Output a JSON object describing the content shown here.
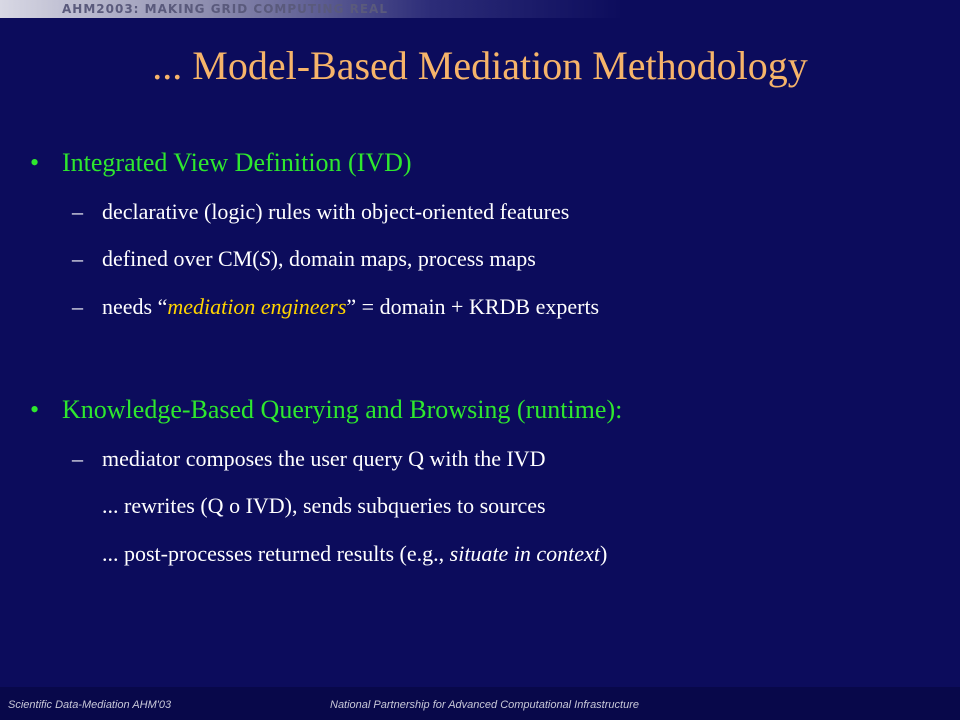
{
  "header": {
    "banner": "AHM2003: MAKING GRID COMPUTING REAL"
  },
  "slide": {
    "title": "... Model-Based Mediation Methodology",
    "bullets": [
      {
        "text": "Integrated View Definition (IVD)",
        "subs": [
          {
            "dash": "–",
            "text": "declarative (logic) rules with object-oriented features"
          },
          {
            "dash": "–",
            "pre": "defined over CM(",
            "ital": "S",
            "post": "), domain maps, process maps"
          },
          {
            "dash": "–",
            "pre": "needs “",
            "highlight": "mediation engineers",
            "post": "” = domain + KRDB experts"
          }
        ]
      },
      {
        "text": "Knowledge-Based Querying and Browsing (runtime):",
        "subs": [
          {
            "dash": "–",
            "text": "mediator composes the user query Q with the IVD"
          },
          {
            "text": "... rewrites (Q o IVD), sends subqueries to sources"
          },
          {
            "pre": "... post-processes returned results (e.g., ",
            "ital": "situate in context",
            "post": ")"
          }
        ]
      }
    ],
    "bullet_symbol": "•"
  },
  "footer": {
    "left": "Scientific Data-Mediation AHM'03",
    "right": "National Partnership for Advanced Computational Infrastructure"
  },
  "colors": {
    "background": "#0c0c5c",
    "title": "#f6b46a",
    "bullet": "#2ee82e",
    "body_text": "#ffffff",
    "highlight": "#ffd400"
  }
}
